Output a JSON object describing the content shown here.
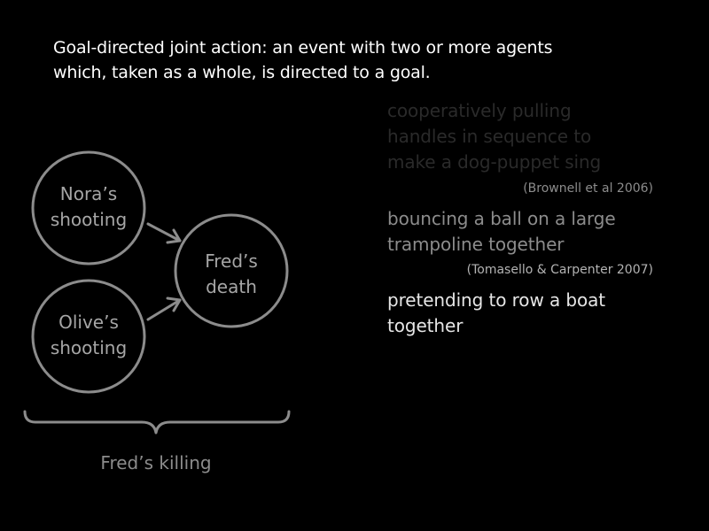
{
  "title": {
    "line1": "Goal-directed joint action: an event with two or more agents",
    "line2": "which, taken as a whole, is directed to a goal."
  },
  "diagram": {
    "nodes": [
      {
        "id": "nora",
        "line1": "Nora’s",
        "line2": "shooting"
      },
      {
        "id": "olive",
        "line1": "Olive’s",
        "line2": "shooting"
      },
      {
        "id": "fred",
        "line1": "Fred’s",
        "line2": "death"
      }
    ],
    "brace_label": "Fred’s killing"
  },
  "examples": [
    {
      "lines": [
        "cooperatively pulling",
        "handles in sequence to",
        "make a dog-puppet sing"
      ],
      "citation": "(Brownell et al 2006)"
    },
    {
      "lines": [
        "bouncing a ball on a large",
        "trampoline together"
      ],
      "citation": "(Tomasello & Carpenter 2007)"
    },
    {
      "lines": [
        "pretending to row a boat",
        "together"
      ],
      "citation": ""
    }
  ]
}
